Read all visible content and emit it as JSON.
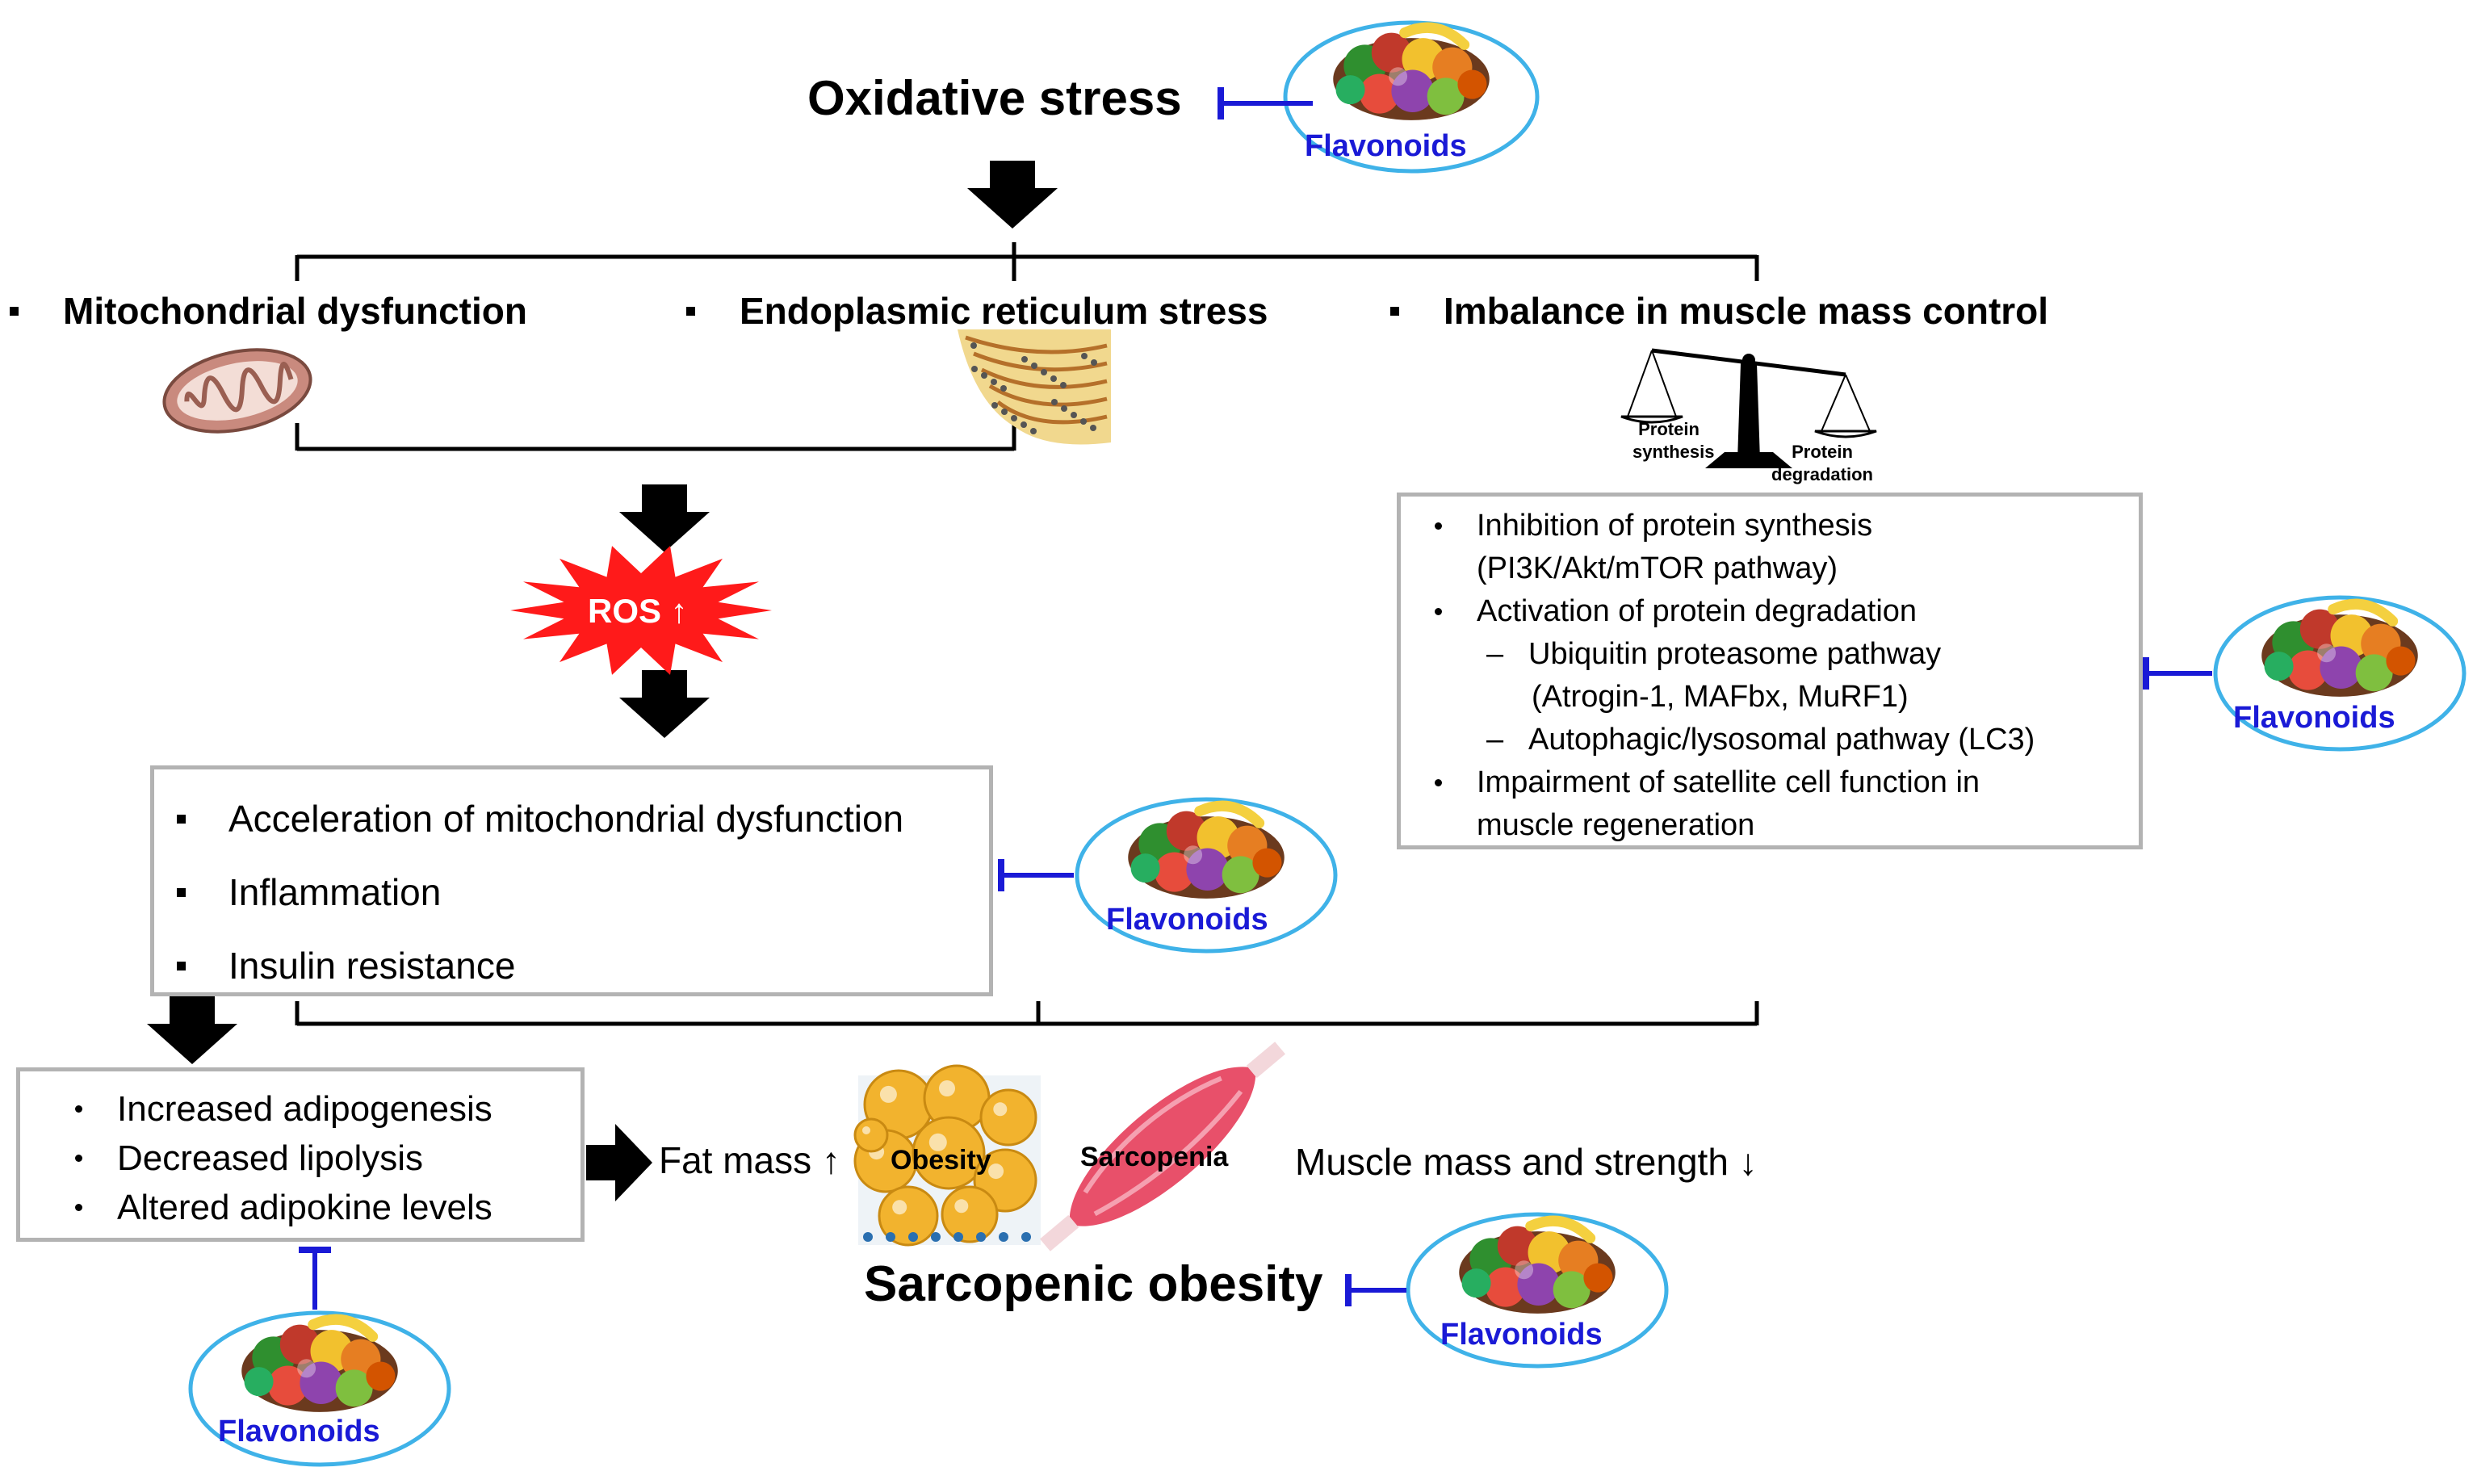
{
  "title": "Oxidative stress",
  "flavonoid_label": "Flavonoids",
  "branches": [
    {
      "label": "Mitochondrial dysfunction"
    },
    {
      "label": "Endoplasmic reticulum stress"
    },
    {
      "label": "Imbalance in muscle mass control"
    }
  ],
  "scale": {
    "left": "Protein synthesis",
    "right": "Protein degradation"
  },
  "ros": {
    "label": "ROS ↑"
  },
  "ros_effects": [
    "Acceleration of mitochondrial dysfunction",
    "Inflammation",
    "Insulin resistance"
  ],
  "muscle_box": {
    "items": [
      {
        "type": "bullet",
        "lines": [
          "Inhibition of protein synthesis",
          "(PI3K/Akt/mTOR pathway)"
        ]
      },
      {
        "type": "bullet",
        "lines": [
          "Activation of protein degradation"
        ]
      },
      {
        "type": "dash",
        "lines": [
          " Ubiquitin proteasome pathway",
          "(Atrogin-1, MAFbx,  MuRF1)"
        ]
      },
      {
        "type": "dash",
        "lines": [
          "Autophagic/lysosomal pathway (LC3)"
        ]
      },
      {
        "type": "bullet",
        "lines": [
          "Impairment of satellite cell function in",
          "muscle regeneration"
        ]
      }
    ]
  },
  "adipose_box": [
    "Increased  adipogenesis",
    "Decreased  lipolysis",
    "Altered adipokine levels"
  ],
  "fat_mass": "Fat mass ↑",
  "obesity_label": "Obesity",
  "sarcopenia_label": "Sarcopenia",
  "muscle_mass": "Muscle mass and strength ↓",
  "outcome": "Sarcopenic obesity",
  "colors": {
    "inhibitor": "#1a1ad6",
    "ellipse": "#3fb2e8",
    "ros_burst": "#ff1a1a",
    "box_border": "#b3b3b3",
    "mito": "#c98a7e",
    "fat": "#f2b32e",
    "muscle": "#e8506a"
  }
}
